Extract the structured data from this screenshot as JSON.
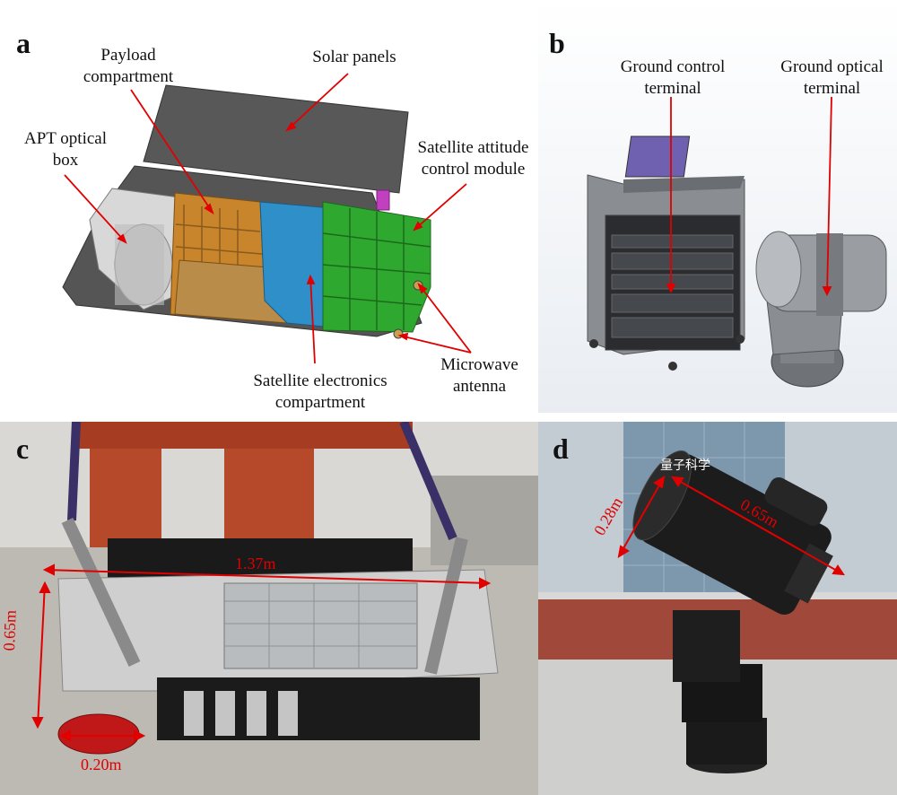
{
  "panels": {
    "a": {
      "letter": "a",
      "labels": {
        "payload": "Payload\ncompartment",
        "solar": "Solar panels",
        "apt": "APT optical\nbox",
        "attitude": "Satellite attitude\ncontrol module",
        "electronics": "Satellite electronics\ncompartment",
        "microwave": "Microwave\nantenna"
      }
    },
    "b": {
      "letter": "b",
      "labels": {
        "ground_control": "Ground control\nterminal",
        "ground_optical": "Ground optical\nterminal"
      }
    },
    "c": {
      "letter": "c",
      "dims": {
        "length": "1.37m",
        "height": "0.65m",
        "aperture": "0.20m"
      }
    },
    "d": {
      "letter": "d",
      "dims": {
        "diameter": "0.28m",
        "length": "0.65m"
      },
      "building_sign": "量子科学"
    }
  },
  "colors": {
    "annotation_red": "#e00000",
    "green_module": "#2fa82f",
    "orange_module": "#c9852b",
    "blue_module": "#2f8fc8"
  }
}
